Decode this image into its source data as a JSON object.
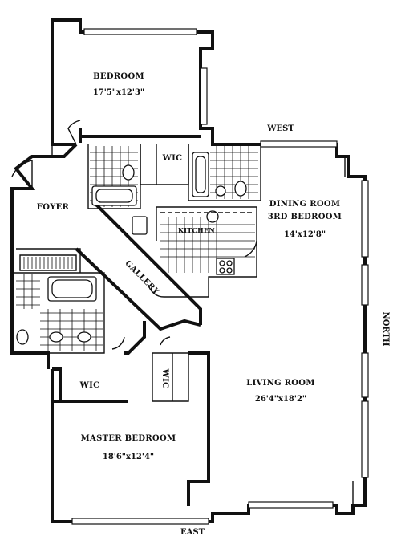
{
  "rooms": {
    "bedroom": {
      "name": "BEDROOM",
      "dims": "17'5\"x12'3\""
    },
    "foyer": {
      "name": "FOYER"
    },
    "wic_upper": {
      "name": "WIC"
    },
    "dining": {
      "name": "DINING ROOM",
      "alt": "3RD BEDROOM",
      "dims": "14'x12'8\""
    },
    "kitchen": {
      "name": "KITCHEN"
    },
    "gallery": {
      "name": "GALLERY"
    },
    "wic_lower": {
      "name": "WIC"
    },
    "wic_side": {
      "name": "WIC"
    },
    "living": {
      "name": "LIVING ROOM",
      "dims": "26'4\"x18'2\""
    },
    "master": {
      "name": "MASTER BEDROOM",
      "dims": "18'6\"x12'4\""
    }
  },
  "compass": {
    "west": "WEST",
    "north": "NORTH",
    "east": "EAST"
  }
}
